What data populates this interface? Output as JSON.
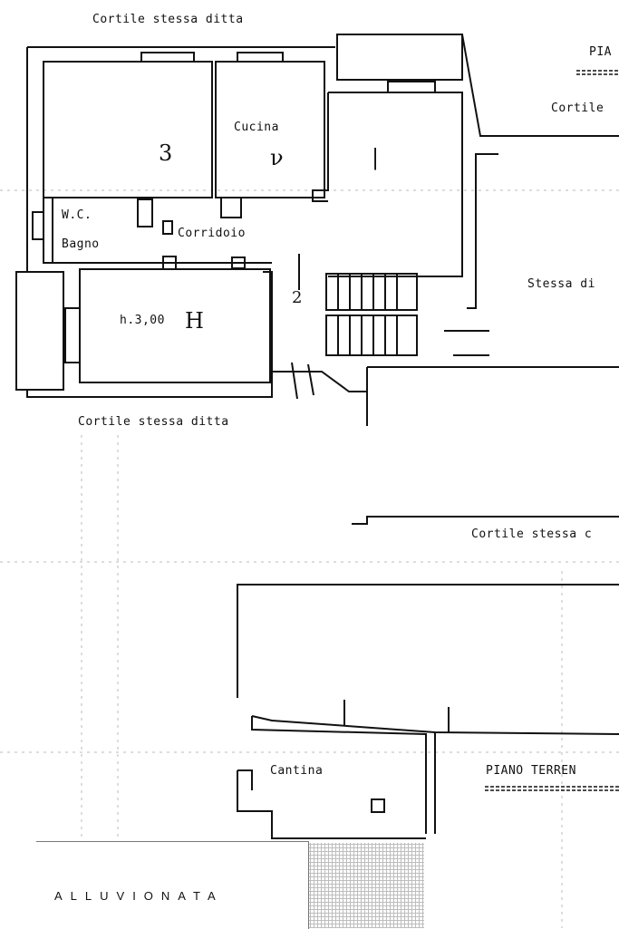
{
  "floor_first": {
    "title": "PIA",
    "yard_top": "Cortile stessa ditta",
    "yard_right": "Cortile",
    "room_3": "3",
    "kitchen": "Cucina",
    "room_2_mark": "ν",
    "room_1": "|",
    "wc": "W.C.",
    "bath": "Bagno",
    "corridor": "Corridoio",
    "height_note": "h.3,00",
    "room_4": "H",
    "stair_mark": "2",
    "same_owner_right": "Stessa di",
    "yard_bottom_left": "Cortile stessa ditta",
    "yard_bottom_right": "Cortile stessa c"
  },
  "floor_ground": {
    "cellar": "Cantina",
    "title": "PIANO TERREN"
  },
  "stamp": {
    "text": "ALLUVIONATA"
  }
}
